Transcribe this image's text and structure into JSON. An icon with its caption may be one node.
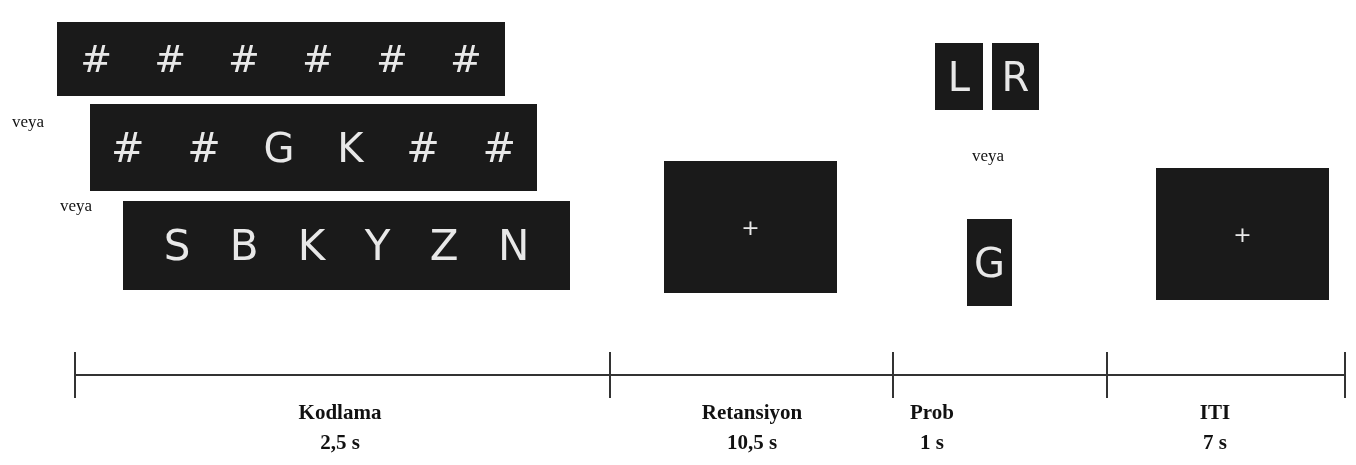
{
  "diagram": {
    "nodes": [
      {
        "text": [
          "# # # # # #"
        ]
      },
      {
        "text": [
          "# # G K # #"
        ]
      },
      {
        "text": [
          "S B K Y Z N"
        ]
      },
      {
        "text": [
          "+"
        ]
      },
      {
        "text": [
          "L"
        ]
      },
      {
        "text": [
          "R"
        ]
      },
      {
        "text": [
          "G"
        ]
      },
      {
        "text": [
          "+"
        ]
      }
    ],
    "labels": [
      "veya",
      "veya",
      "veya",
      "Kodlama",
      "2,5 s",
      "Retansiyon",
      "10,5 s",
      "Prob",
      "1 s",
      "ITI",
      "7 s"
    ]
  }
}
